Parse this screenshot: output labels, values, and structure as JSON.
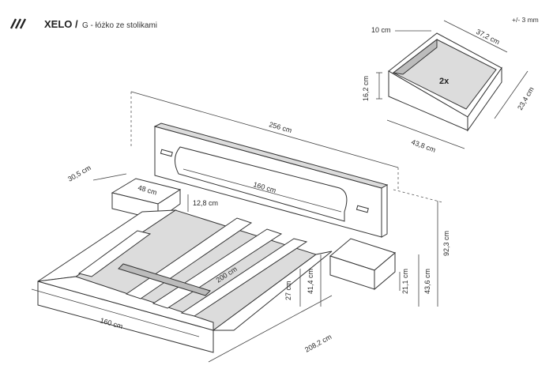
{
  "header": {
    "logo_icon": "triple-slash-logo-icon",
    "title_bold": "XELO /",
    "title_light": "G - łóżko ze stolikami",
    "tolerance": "+/- 3 mm"
  },
  "dimensions": {
    "overall_length": "256 cm",
    "headboard_cushion": "160 cm",
    "nightstand_depth": "30,5 cm",
    "nightstand_width": "48 cm",
    "nightstand_height_left": "12,8 cm",
    "slat_length": "200 cm",
    "frame_width": "160 cm",
    "frame_depth": "208,2 cm",
    "side_height": "27 cm",
    "top_height": "41,4 cm",
    "nightstand_height_right": "21,1 cm",
    "nightstand_total_height": "43,6 cm",
    "headboard_height": "92,3 cm"
  },
  "drawer": {
    "count_label": "2x",
    "top_offset": "10 cm",
    "depth": "37,2 cm",
    "height": "16,2 cm",
    "side_depth": "23,4 cm",
    "front_width": "43,8 cm"
  },
  "colors": {
    "line": "#333333",
    "shade": "#dcdcdc",
    "background": "#ffffff"
  }
}
